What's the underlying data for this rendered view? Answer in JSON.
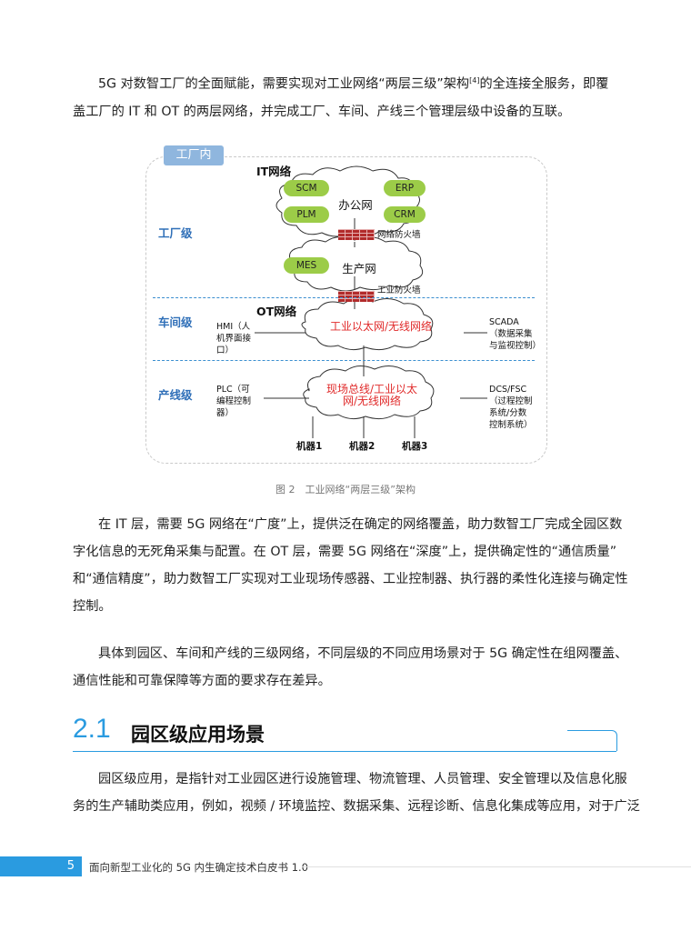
{
  "paragraphs": {
    "p1": [
      "5G 对数智工厂的全面赋能，需要实现对工业网络“两层三级”架构",
      "[4]",
      "的全连接全服务，即覆",
      "盖工厂的 IT 和 OT 的两层网络，并完成工厂、车间、产线三个管理层级中设备的互联。"
    ],
    "p2": [
      "在 IT 层，需要 5G 网络在“广度”上，提供泛在确定的网络覆盖，助力数智工厂完成全园区数",
      "字化信息的无死角采集与配置。在 OT 层，需要 5G 网络在“深度”上，提供确定性的“通信质量”",
      "和“通信精度”，助力数智工厂实现对工业现场传感器、工业控制器、执行器的柔性化连接与确定性",
      "控制。"
    ],
    "p3": [
      "具体到园区、车间和产线的三级网络，不同层级的不同应用场景对于 5G 确定性在组网覆盖、",
      "通信性能和可靠保障等方面的要求存在差异。"
    ],
    "p4": [
      "园区级应用，是指针对工业园区进行设施管理、物流管理、人员管理、安全管理以及信息化服",
      "务的生产辅助类应用，例如，视频 / 环境监控、数据采集、远程诊断、信息化集成等应用，对于广泛"
    ]
  },
  "figure": {
    "tag": "工厂内",
    "it_title": "IT网络",
    "ot_title": "OT网络",
    "levels": {
      "factory": "工厂级",
      "workshop": "车间级",
      "line": "产线级"
    },
    "pills": {
      "scm": "SCM",
      "erp": "ERP",
      "plm": "PLM",
      "crm": "CRM",
      "mes": "MES"
    },
    "clouds": {
      "office": "办公网",
      "production": "生产网",
      "ethernet": "工业以太网/无线网络",
      "fieldbus_1": "现场总线/工业以太",
      "fieldbus_2": "网/无线网络"
    },
    "firewalls": {
      "network": "网络防火墙",
      "industrial": "工业防火墙"
    },
    "hmi": [
      "HMI（人",
      "机界面接",
      "口）"
    ],
    "scada": [
      "SCADA",
      "（数据采集",
      "与监视控制）"
    ],
    "plc": [
      "PLC（可",
      "编程控制",
      "器）"
    ],
    "dcs": [
      "DCS/FSC",
      "（过程控制",
      "系统/分数",
      "控制系统）"
    ],
    "machines": [
      "机器1",
      "机器2",
      "机器3"
    ],
    "colors": {
      "pill": "#9ccc48",
      "level": "#2f6fb8",
      "divider": "#3b8fd0",
      "firewall": "#b22b2b",
      "red_text": "#e02a2a"
    }
  },
  "caption": "图 2　工业网络“两层三级”架构",
  "section": {
    "number": "2.1",
    "title": "园区级应用场景",
    "accent": "#2a9be0"
  },
  "footer": {
    "page": "5",
    "title": "面向新型工业化的 5G 内生确定技术白皮书 1.0"
  }
}
